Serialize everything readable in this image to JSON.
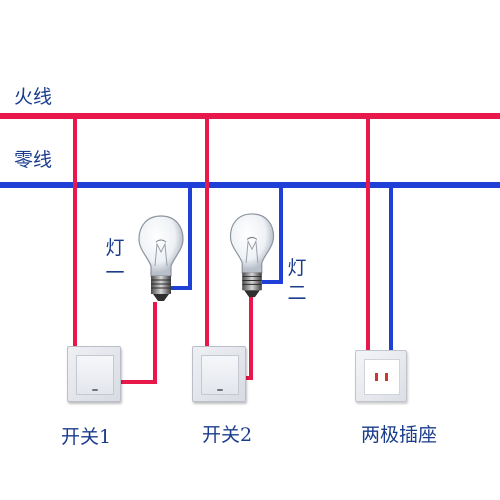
{
  "labels": {
    "live_wire": "火线",
    "neutral_wire": "零线",
    "lamp_1": "灯一",
    "lamp_2": "灯二",
    "switch_1": "开关1",
    "switch_2": "开关2",
    "socket": "两极插座"
  },
  "colors": {
    "live": "#e8194a",
    "neutral": "#1f3fd6",
    "text": "#1a3c8c"
  }
}
